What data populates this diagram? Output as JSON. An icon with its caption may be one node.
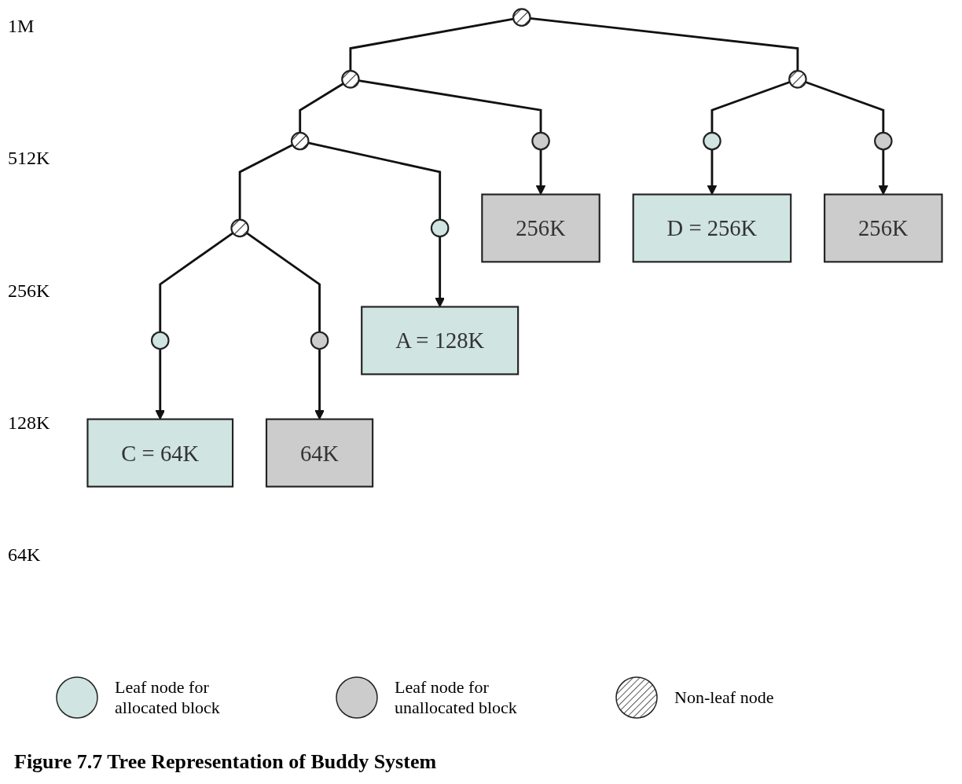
{
  "diagram": {
    "caption": "Figure 7.7 Tree Representation of Buddy System",
    "nodes": [
      {
        "text": [],
        "shape": "circle"
      },
      {
        "text": [],
        "shape": "circle"
      },
      {
        "text": [],
        "shape": "circle"
      },
      {
        "text": [],
        "shape": "circle"
      },
      {
        "text": [],
        "shape": "circle"
      },
      {
        "text": [],
        "shape": "circle"
      },
      {
        "text": [],
        "shape": "circle"
      },
      {
        "text": [],
        "shape": "circle"
      },
      {
        "text": [],
        "shape": "circle"
      },
      {
        "text": [],
        "shape": "circle"
      },
      {
        "text": [],
        "shape": "circle"
      },
      {
        "text": [
          "A = 128K"
        ]
      },
      {
        "text": [
          "C = 64K"
        ]
      },
      {
        "text": [
          "64K"
        ]
      },
      {
        "text": [
          "256K"
        ]
      },
      {
        "text": [
          "D = 256K"
        ]
      },
      {
        "text": [
          "256K"
        ]
      }
    ],
    "edges": [
      {
        "from": 0,
        "to": 1,
        "arrow": "none"
      },
      {
        "from": 0,
        "to": 2,
        "arrow": "none"
      },
      {
        "from": 1,
        "to": 3,
        "arrow": "none"
      },
      {
        "from": 1,
        "to": 4,
        "arrow": "none"
      },
      {
        "from": 2,
        "to": 5,
        "arrow": "none"
      },
      {
        "from": 2,
        "to": 6,
        "arrow": "none"
      },
      {
        "from": 3,
        "to": 7,
        "arrow": "none"
      },
      {
        "from": 3,
        "to": 8,
        "arrow": "none"
      },
      {
        "from": 8,
        "to": 9,
        "arrow": "none"
      },
      {
        "from": 8,
        "to": 10,
        "arrow": "none"
      },
      {
        "from": 7,
        "to": 11,
        "arrow": "to"
      },
      {
        "from": 9,
        "to": 12,
        "arrow": "to"
      },
      {
        "from": 10,
        "to": 13,
        "arrow": "to"
      },
      {
        "from": 4,
        "to": 14,
        "arrow": "to"
      },
      {
        "from": 5,
        "to": 15,
        "arrow": "to"
      },
      {
        "from": 6,
        "to": 16,
        "arrow": "to"
      }
    ],
    "labels": [
      "1M",
      "512K",
      "256K",
      "128K",
      "64K"
    ],
    "legend": [
      {
        "text": "Leaf node for allocated block",
        "color": "#d0e4e1"
      },
      {
        "text": "Leaf node for unallocated block",
        "color": "#cccccc"
      },
      {
        "text": "Non-leaf node"
      }
    ]
  }
}
